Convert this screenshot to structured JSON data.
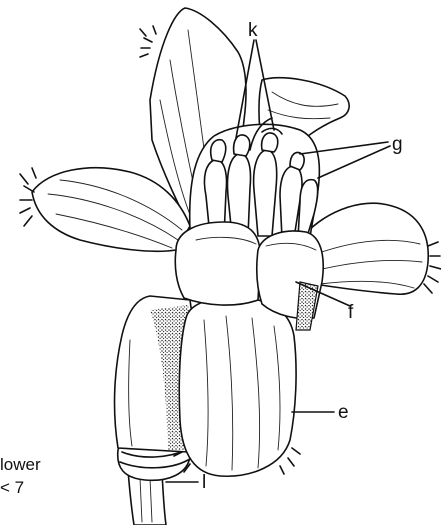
{
  "labels": {
    "k": "k",
    "g": "g",
    "f": "f",
    "e": "e",
    "l": "l"
  },
  "caption": {
    "line1": "lower",
    "line2": "< 7"
  }
}
